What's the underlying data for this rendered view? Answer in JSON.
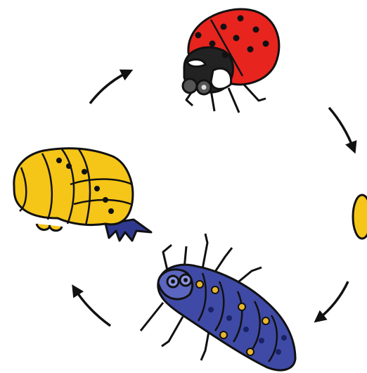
{
  "diagram": {
    "type": "life-cycle",
    "stages": [
      {
        "name": "adult",
        "icon": "ladybug-adult-icon"
      },
      {
        "name": "eggs",
        "icon": "egg-icon"
      },
      {
        "name": "larva",
        "icon": "larva-icon"
      },
      {
        "name": "pupa",
        "icon": "pupa-icon"
      }
    ],
    "arrow_direction": "clockwise",
    "arrow_count": 4,
    "colors": {
      "adult_shell": "#e8241f",
      "adult_head": "#222222",
      "spots": "#111111",
      "egg": "#f5c518",
      "pupa": "#f5c518",
      "pupa_tail": "#2f3a8f",
      "larva_body": "#3f4aa6",
      "larva_accent": "#e8b62c",
      "arrow": "#111111",
      "outline": "#111111"
    }
  }
}
